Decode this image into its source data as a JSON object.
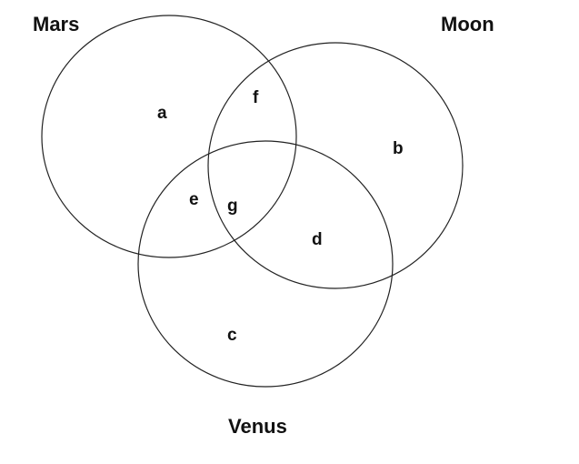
{
  "diagram": {
    "type": "venn-3",
    "sets": {
      "mars": "Mars",
      "moon": "Moon",
      "venus": "Venus"
    },
    "regions": {
      "mars_only": "a",
      "moon_only": "b",
      "venus_only": "c",
      "moon_venus": "d",
      "mars_venus": "e",
      "mars_moon": "f",
      "all_three": "g"
    },
    "colors": {
      "stroke": "#222222",
      "text": "#111111",
      "background": "#ffffff"
    }
  }
}
